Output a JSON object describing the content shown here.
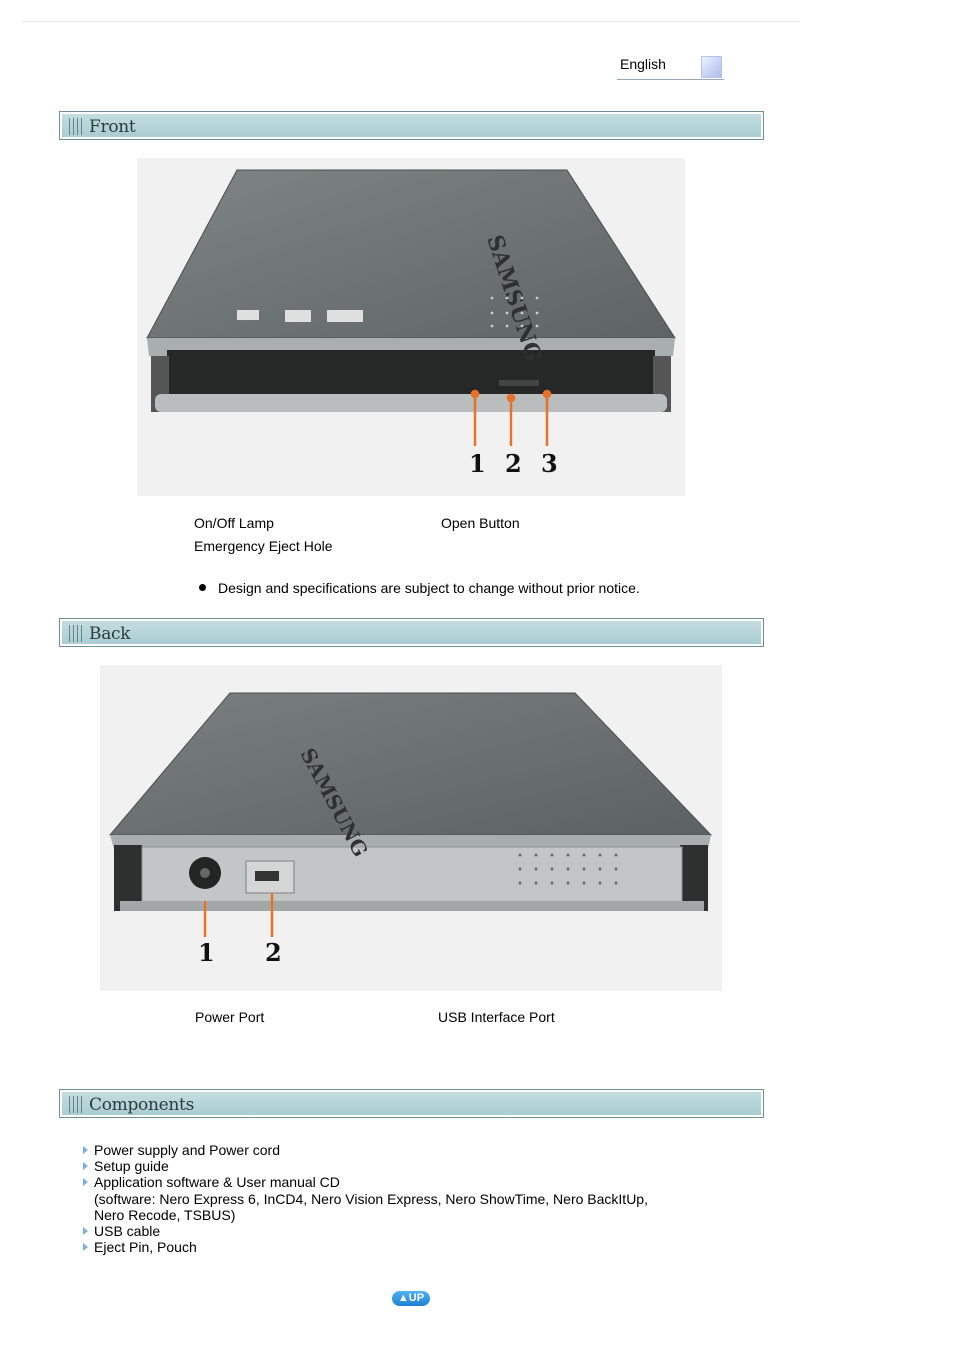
{
  "language": {
    "current": "English",
    "toggle_icon": "dropdown-square-icon"
  },
  "sections": {
    "front": {
      "title": "Front",
      "photo_callouts": [
        "1",
        "2",
        "3"
      ],
      "labels": {
        "item1": "On/Off Lamp",
        "item2": "Open Button",
        "item3": "Emergency Eject Hole"
      },
      "note": "Design and specifications are subject to change without prior notice."
    },
    "back": {
      "title": "Back",
      "photo_callouts": [
        "1",
        "2"
      ],
      "labels": {
        "item1": "Power Port",
        "item2": "USB Interface Port"
      }
    },
    "components": {
      "title": "Components",
      "items": [
        {
          "text": "Power supply and Power cord"
        },
        {
          "text": "Setup guide"
        },
        {
          "text": "Application software & User manual CD",
          "sub": [
            "(software: Nero Express 6, InCD4, Nero Vision Express, Nero ShowTime, Nero BackItUp,",
            "Nero Recode, TSBUS)"
          ]
        },
        {
          "text": "USB cable"
        },
        {
          "text": "Eject Pin, Pouch"
        }
      ]
    }
  },
  "photo_brand_text": "SAMSUNG",
  "up_button": "▲UP",
  "colors": {
    "section_bar": "#b5d4d8",
    "accent_blue": "#2b8ee0",
    "callout_orange": "#e8722a"
  }
}
